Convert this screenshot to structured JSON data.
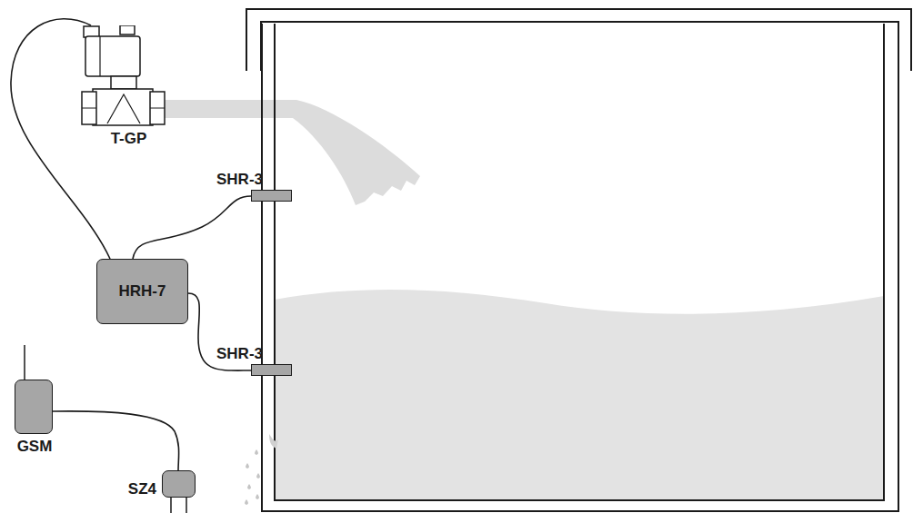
{
  "diagram": {
    "nodes": [
      {
        "text": [
          "T-GP"
        ]
      },
      {
        "text": [
          "SHR-3"
        ]
      },
      {
        "text": [
          "HRH-7"
        ]
      },
      {
        "text": [
          "SHR-3"
        ]
      },
      {
        "text": [
          "GSM"
        ]
      },
      {
        "text": [
          "SZ4"
        ]
      }
    ],
    "edges": [
      {
        "from": 2,
        "to": 0,
        "arrow": "none"
      },
      {
        "from": 2,
        "to": 1,
        "arrow": "none"
      },
      {
        "from": 2,
        "to": 3,
        "arrow": "none"
      },
      {
        "from": 4,
        "to": 5,
        "arrow": "none"
      }
    ]
  }
}
